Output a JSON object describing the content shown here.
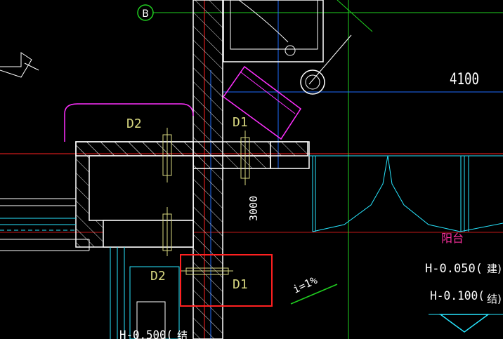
{
  "drawing": {
    "axis_bubble": "B",
    "dim_4100": "4100",
    "dim_3000": "3000",
    "label_d2_top": "D2",
    "label_d1_top": "D1",
    "label_d2_bottom": "D2",
    "label_d1_bottom": "D1",
    "slope": "i=1%",
    "balcony": "阳台",
    "elev_1": "H-0.050(",
    "elev_1_suffix": "建)",
    "elev_2": "H-0.100(",
    "elev_2_suffix": "结)",
    "elev_3": "H-0.500(",
    "elev_3_suffix": "结"
  },
  "colors": {
    "background": "#000000",
    "wall": "#ffffff",
    "hatch": "#ffffff",
    "axis_red": "#ff2020",
    "blue": "#1e6cff",
    "cyan": "#28e6ff",
    "green": "#20d020",
    "magenta": "#ff30ff",
    "yellow": "#d8d880",
    "highlight_box": "#ff2020"
  }
}
